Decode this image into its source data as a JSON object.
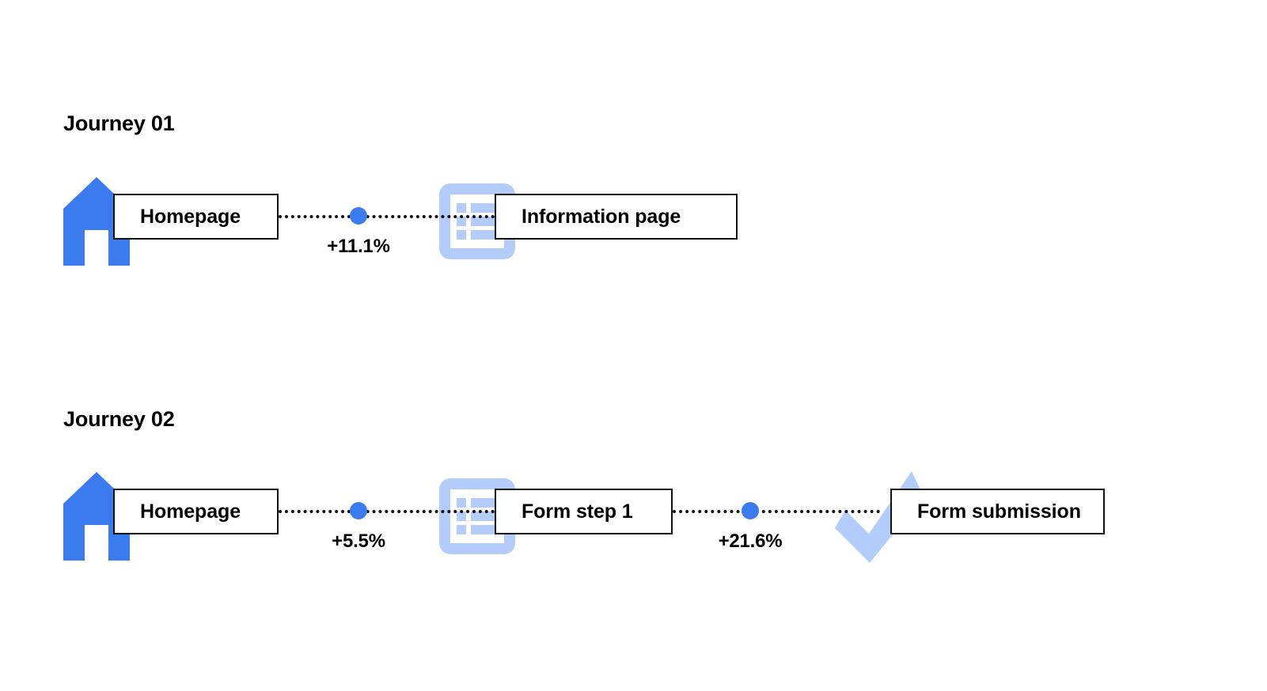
{
  "page": {
    "background_color": "#FFFFFF",
    "accent_blue": "#3B7BF0",
    "light_blue": "#B3CCFA",
    "text_color": "#000000"
  },
  "journeys": [
    {
      "title": "Journey 01",
      "nodes": [
        {
          "icon": "home-icon",
          "label": "Homepage"
        },
        {
          "icon": "list-page-icon",
          "label": "Information page"
        }
      ],
      "connectors": [
        {
          "percent": "+11.1%",
          "dot_color": "#3B7BF0"
        }
      ]
    },
    {
      "title": "Journey 02",
      "nodes": [
        {
          "icon": "home-icon",
          "label": "Homepage"
        },
        {
          "icon": "list-page-icon",
          "label": "Form step 1"
        },
        {
          "icon": "check-icon",
          "label": "Form submission"
        }
      ],
      "connectors": [
        {
          "percent": "+5.5%",
          "dot_color": "#3B7BF0"
        },
        {
          "percent": "+21.6%",
          "dot_color": "#3B7BF0"
        }
      ]
    }
  ]
}
